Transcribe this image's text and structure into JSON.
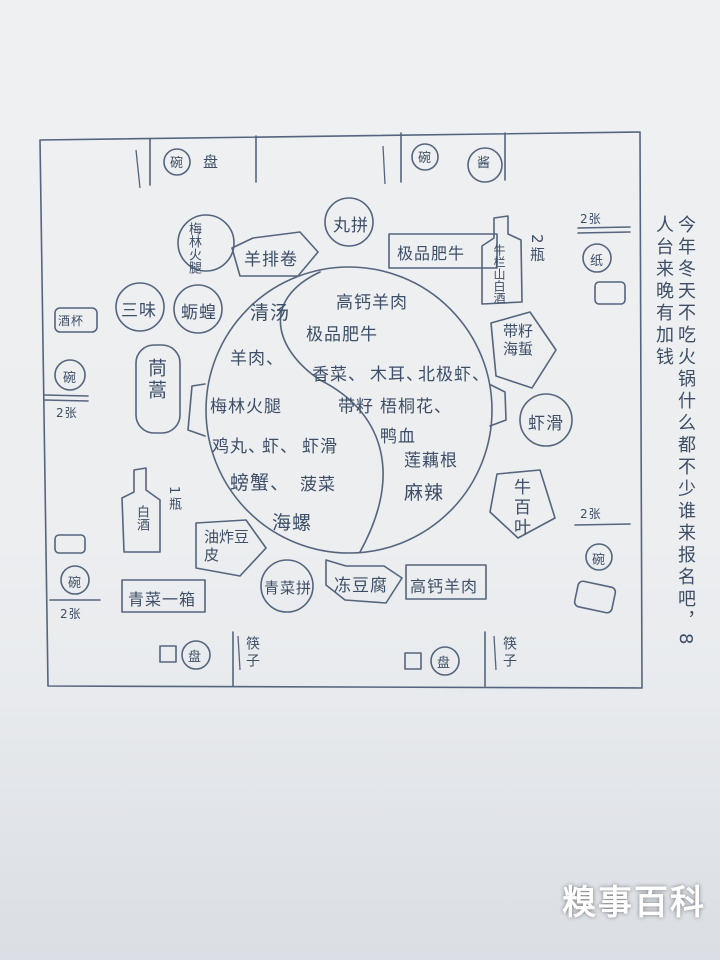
{
  "sheet": {
    "ink": "#3d4e66",
    "paper": "#eef0f2",
    "watermark": "糗事百科"
  },
  "hotpot": {
    "broth": "清汤",
    "spicy_ingredients": [
      "高钙羊肉",
      "极品肥牛",
      "香菜、",
      "木耳、",
      "北极虾、",
      "带籽",
      "梧桐花、",
      "鸭血",
      "莲藕根",
      "麻辣"
    ],
    "clear_ingredients": [
      "羊肉、",
      "梅林火腿",
      "鸡丸、",
      "虾、",
      "虾滑",
      "螃蟹、",
      "菠菜",
      "海螺"
    ]
  },
  "dishes": {
    "meilin_ham": "梅林火腿",
    "lamb_rolls": "羊排卷",
    "wanzi": "丸拼",
    "premium_beef": "极品肥牛",
    "sanwei": "三味",
    "clam": "蛎蝗",
    "tonghao": "茼蒿",
    "frozen_tofu": "冻豆腐",
    "spicy_lamb": "高钙羊肉",
    "fried_tofu_skin": "油炸豆皮",
    "veg_platter": "青菜拼",
    "greens_box": "青菜一箱",
    "seaweed": "带籽海蜇",
    "shrimp_paste": "虾滑",
    "tripe": "牛百叶"
  },
  "drinks": {
    "baijiu_top": "牛栏山白酒",
    "baijiu_top_count": "2瓶",
    "baijiu_left": "白酒",
    "baijiu_left_count": "1瓶"
  },
  "places": {
    "chopsticks_label": "筷子",
    "bowl_label": "碗",
    "plate_label": "盘",
    "sauce_label": "酱",
    "tissue_label": "纸",
    "cup_label": "酒杯",
    "chair_count": "2张"
  },
  "note": "今年冬天不吃火锅什么都不少谁来报名吧，8人台来晚有加钱"
}
